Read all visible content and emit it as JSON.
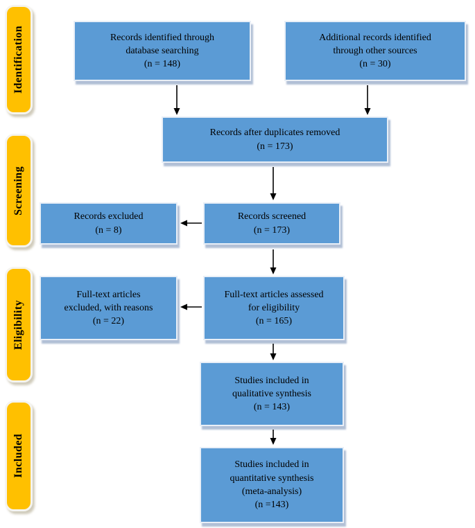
{
  "stages": [
    {
      "label": "Identification"
    },
    {
      "label": "Screening"
    },
    {
      "label": "Eligibility"
    },
    {
      "label": "Included"
    }
  ],
  "nodes": {
    "records_identified": "Records identified through\ndatabase searching\n(n = 148)",
    "additional_records": "Additional records identified\nthrough other sources\n(n = 30)",
    "duplicates_removed": "Records after duplicates removed\n(n = 173)",
    "records_excluded": "Records excluded\n(n = 8)",
    "records_screened": "Records screened\n(n = 173)",
    "fulltext_excluded": "Full-text articles\nexcluded, with reasons\n(n = 22)",
    "fulltext_assessed": "Full-text articles assessed\nfor eligibility\n(n = 165)",
    "qualitative_synthesis": "Studies included in\nqualitative synthesis\n(n = 143)",
    "quantitative_synthesis": "Studies included in\nquantitative synthesis\n(meta-analysis)\n(n =143)"
  },
  "colors": {
    "node_fill": "#5b9bd5",
    "stage_fill": "#ffc000",
    "arrow": "#000000",
    "text": "#000000"
  }
}
